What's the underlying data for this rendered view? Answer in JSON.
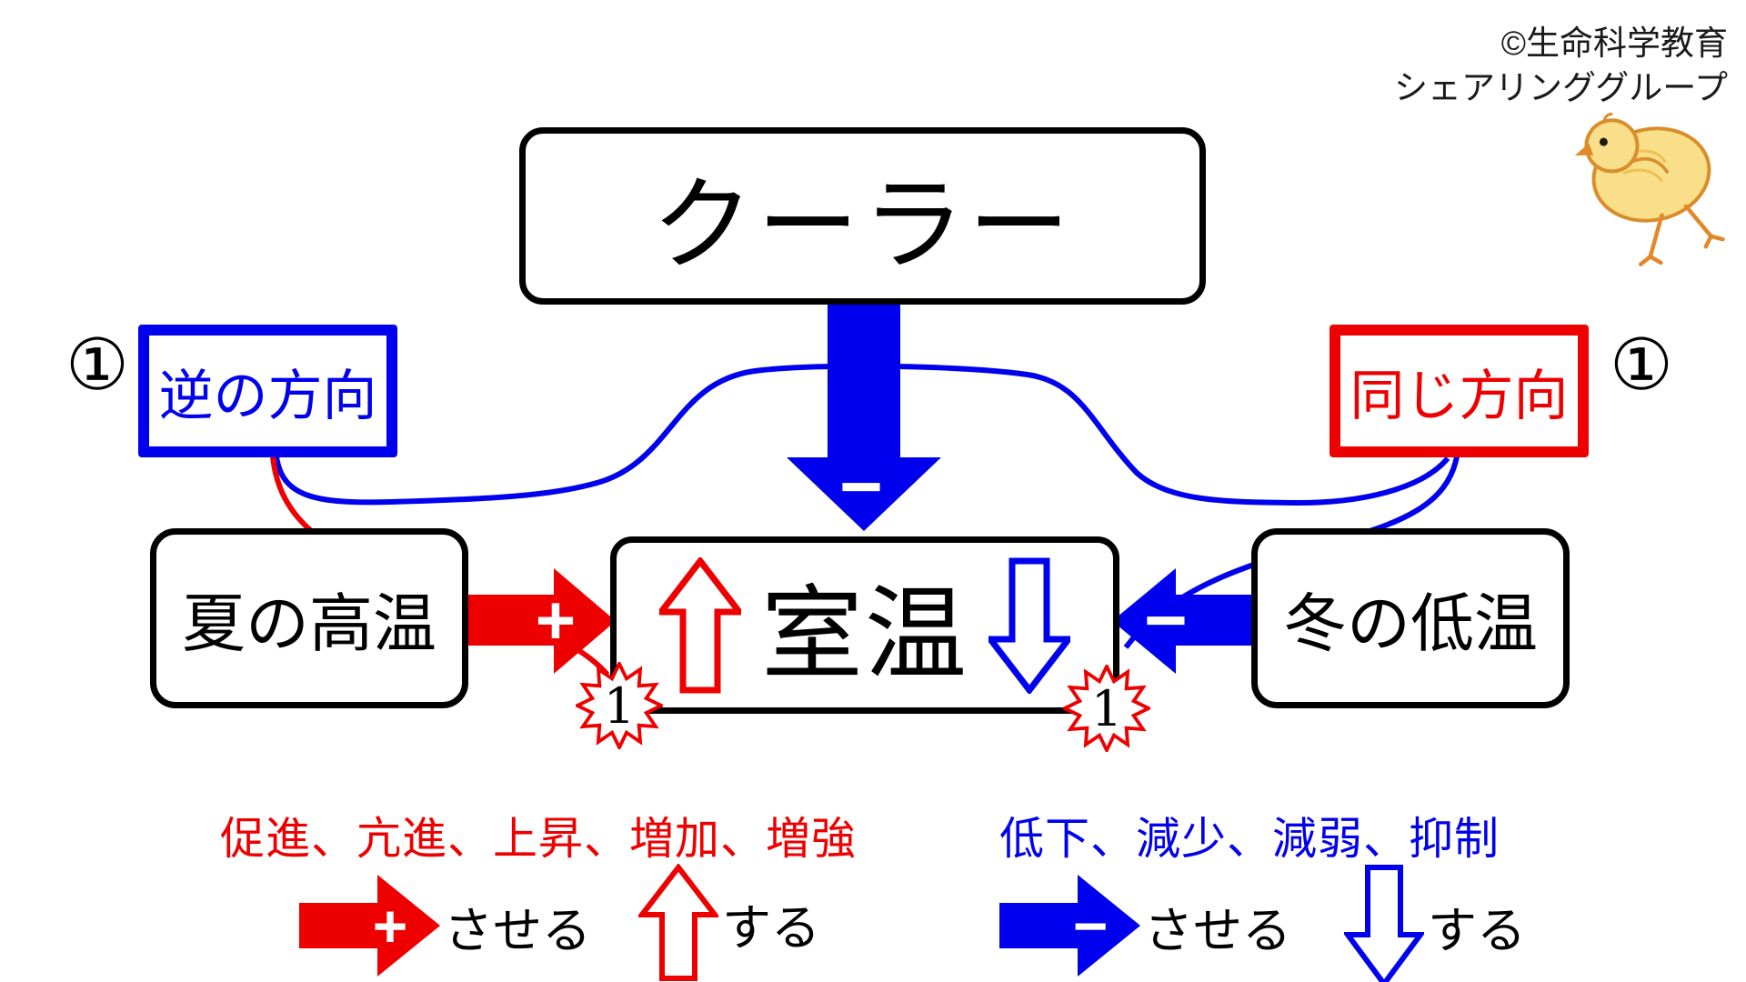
{
  "meta": {
    "copyright_line1": "©生命科学教育",
    "copyright_line2": "シェアリンググループ"
  },
  "colors": {
    "red": "#ee0000",
    "blue": "#0000ee",
    "black": "#000000"
  },
  "nodes": {
    "cooler": "クーラー",
    "room_temp": "室温",
    "summer_high": "夏の高温",
    "winter_low": "冬の低温",
    "reverse_direction": "逆の方向",
    "same_direction": "同じ方向"
  },
  "annotations": {
    "circled_one_left": "①",
    "circled_one_right": "①",
    "starburst_left": "1",
    "starburst_right": "1",
    "cooler_arrow_sign": "−",
    "summer_arrow_sign": "+",
    "winter_arrow_sign": "−"
  },
  "legend": {
    "increase_words": "促進、亢進、上昇、増加、増強",
    "decrease_words": "低下、減少、減弱、抑制",
    "increase_cause_sign": "+",
    "increase_cause_label": "させる",
    "increase_self_label": "する",
    "decrease_cause_sign": "−",
    "decrease_cause_label": "させる",
    "decrease_self_label": "する"
  }
}
